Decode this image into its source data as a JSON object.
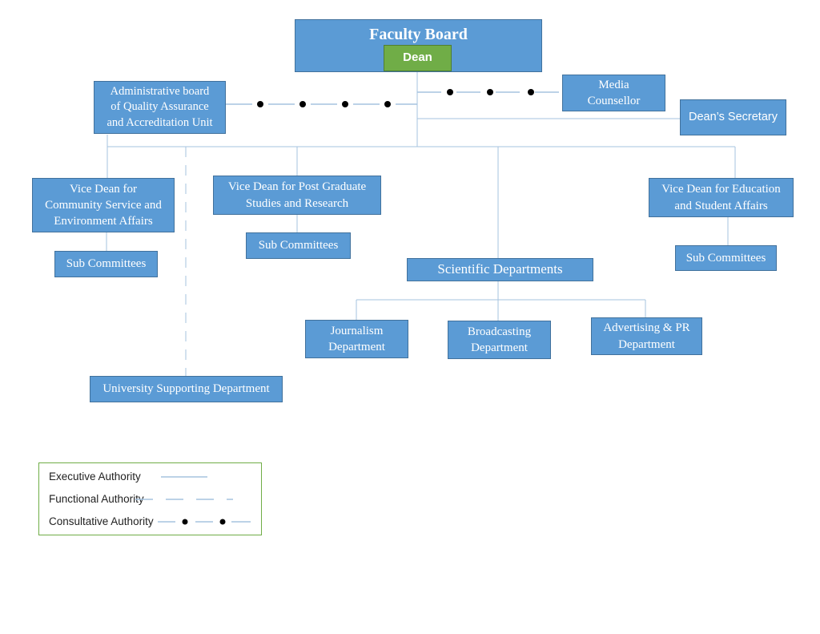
{
  "org": {
    "faculty_board": "Faculty Board",
    "dean": "Dean",
    "admin_board": "Administrative board of Quality Assurance and Accreditation Unit",
    "media_counsellor": "Media Counsellor",
    "deans_secretary": "Dean’s Secretary",
    "vice_dean_community": "Vice Dean for Community Service and Environment Affairs",
    "vice_dean_postgrad": "Vice Dean for Post Graduate Studies and Research",
    "vice_dean_education": "Vice Dean for Education and Student Affairs",
    "sub_committees_left": "Sub Committees",
    "sub_committees_mid": "Sub Committees",
    "sub_committees_right": "Sub Committees",
    "scientific_departments": "Scientific Departments",
    "journalism": "Journalism Department",
    "broadcasting": "Broadcasting Department",
    "advertising": "Advertising & PR Department",
    "university_supporting": "University Supporting Department"
  },
  "legend": {
    "items": [
      {
        "label": "Executive Authority",
        "style": "solid"
      },
      {
        "label": "Functional Authority",
        "style": "dashed"
      },
      {
        "label": "Consultative Authority",
        "style": "dash-dot"
      }
    ]
  },
  "colors": {
    "node_fill": "#5b9bd5",
    "node_border": "#41719c",
    "dean_fill": "#70ad47",
    "dean_border": "#507e32",
    "connector": "#a5c3df",
    "consultative_dot": "#000000",
    "legend_border": "#70ad47",
    "node_text": "#ffffff",
    "legend_text": "#1f1f1f"
  }
}
